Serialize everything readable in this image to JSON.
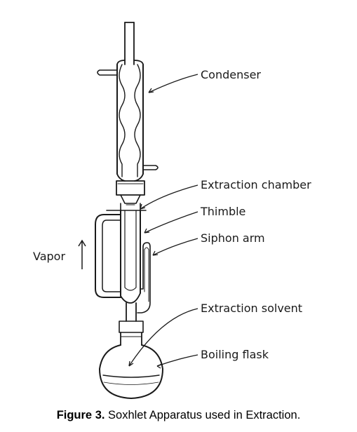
{
  "labels": {
    "condenser": "Condenser",
    "extraction_chamber": "Extraction chamber",
    "thimble": "Thimble",
    "siphon_arm": "Siphon arm",
    "vapor": "Vapor",
    "extraction_solvent": "Extraction solvent",
    "boiling_flask": "Boiling flask"
  },
  "caption": {
    "prefix": "Figure 3.",
    "text": " Soxhlet Apparatus used in Extraction."
  },
  "colors": {
    "ink": "#1a1a1a",
    "background": "#ffffff"
  }
}
